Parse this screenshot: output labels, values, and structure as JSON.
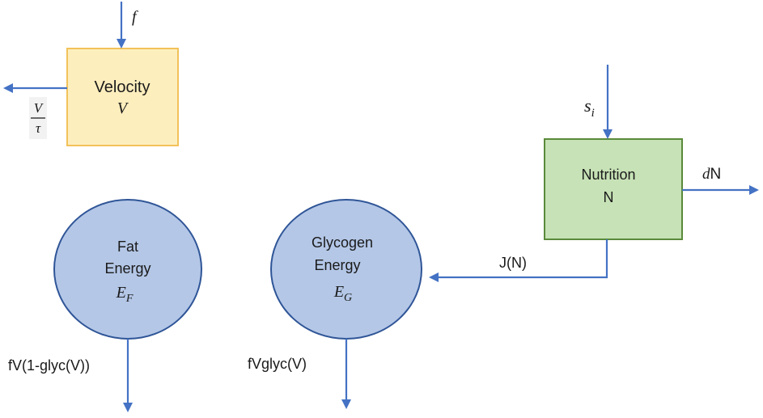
{
  "colors": {
    "arrow": "#4472c4",
    "velocity_fill": "#fdeebd",
    "velocity_stroke": "#f2c25a",
    "nutrition_fill": "#c7e2b6",
    "nutrition_stroke": "#5a8a3a",
    "energy_fill": "#b4c7e7",
    "energy_stroke": "#2f5597"
  },
  "velocity": {
    "title": "Velocity",
    "symbol": "V"
  },
  "nutrition": {
    "title": "Nutrition",
    "symbol": "N"
  },
  "fat": {
    "line1": "Fat",
    "line2": "Energy",
    "symbol": "E",
    "subscript": "F"
  },
  "glycogen": {
    "line1": "Glycogen",
    "line2": "Energy",
    "symbol": "E",
    "subscript": "G"
  },
  "labels": {
    "f": "f",
    "v_over_tau_num": "V",
    "v_over_tau_den": "τ",
    "s_i_base": "s",
    "s_i_sub": "i",
    "dN_d": "d",
    "dN_n": "N",
    "jn": "J(N)",
    "fat_out": "fV(1-glyc(V))",
    "glyc_out": "fVglyc(V)"
  }
}
